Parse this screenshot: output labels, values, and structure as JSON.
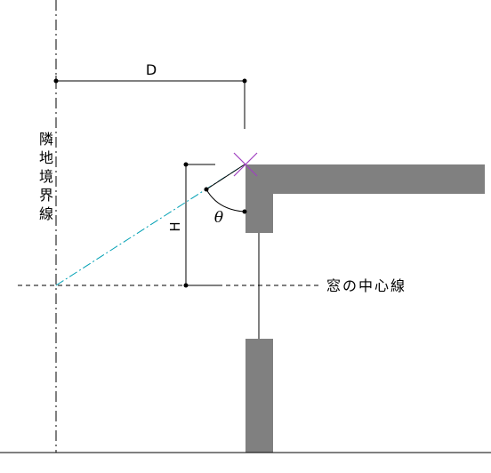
{
  "labels": {
    "d": "D",
    "theta": "θ",
    "h": "H",
    "boundary_line": [
      "隣",
      "地",
      "境",
      "界",
      "線"
    ],
    "window_center_line": "窓の中心線"
  },
  "colors": {
    "wall": "#808080",
    "line": "#000000",
    "sight_line": "#00a0b4",
    "marker": "#a040c0",
    "background": "#ffffff"
  }
}
